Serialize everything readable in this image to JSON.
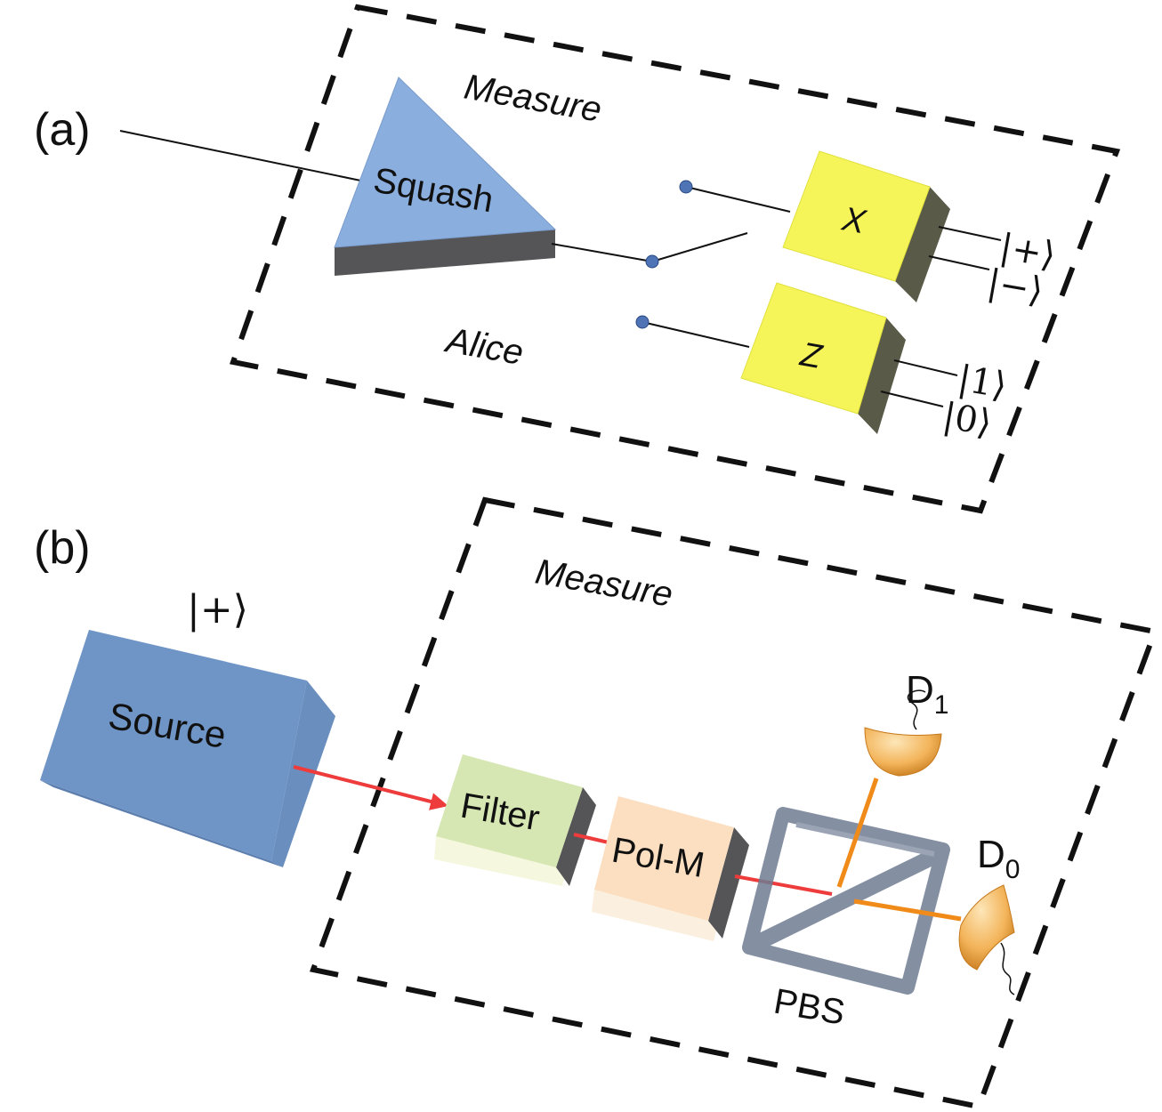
{
  "panel_a": {
    "label": "(a)",
    "box_title": "Measure",
    "squash": "Squash",
    "party": "Alice",
    "x_basis": "X",
    "z_basis": "Z",
    "x_out_1": "|+⟩",
    "x_out_2": "|−⟩",
    "z_out_1": "|1⟩",
    "z_out_2": "|0⟩"
  },
  "panel_b": {
    "label": "(b)",
    "box_title": "Measure",
    "source_state": "|+⟩",
    "source": "Source",
    "filter": "Filter",
    "polm": "Pol-M",
    "pbs": "PBS",
    "d1": "D",
    "d1_sub": "1",
    "d0": "D",
    "d0_sub": "0"
  },
  "colors": {
    "squash_blue": "#8aaede",
    "source_blue": "#6f94c6",
    "basis_yellow": "#f5f55a",
    "filter_green": "#d6e7b3",
    "polm_peach": "#fbdfc0",
    "beam_red": "#ee3b3b",
    "beam_orange": "#f08a18",
    "pbs_gray": "#6f7d92",
    "detector_orange": "#f3b45a"
  }
}
